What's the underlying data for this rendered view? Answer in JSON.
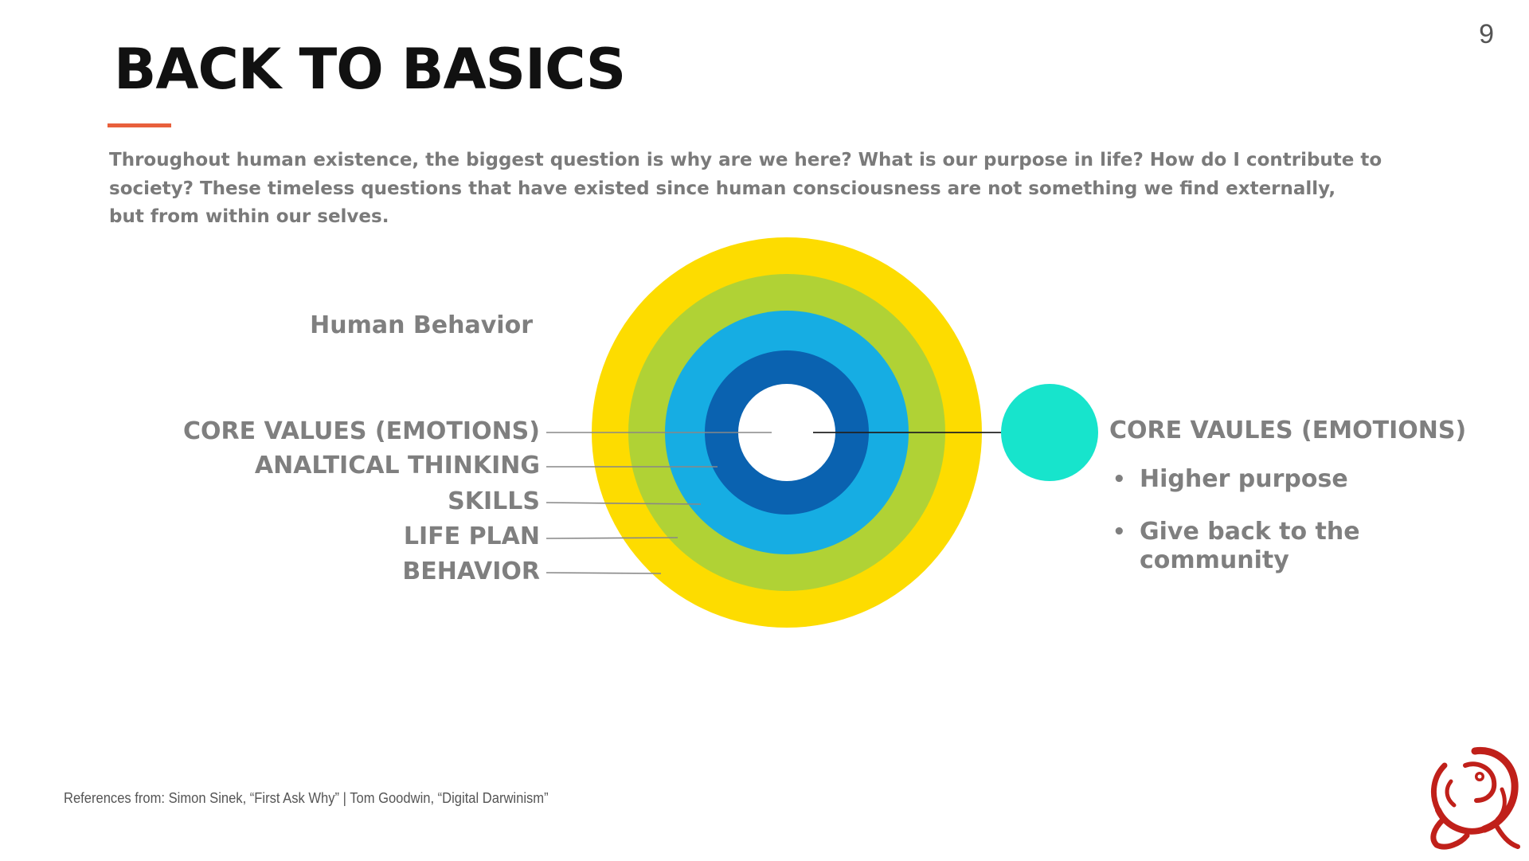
{
  "slide": {
    "number": "9",
    "title": "BACK TO BASICS",
    "intro_lines": [
      "Throughout human existence, the biggest question is why are we here? What is our purpose in life? How do I contribute to",
      "society? These timeless questions that have existed since human consciousness are not something we find externally,",
      "but from within our selves."
    ],
    "references": "References from: Simon Sinek, “First Ask Why”  |  Tom Goodwin, “Digital Darwinism”"
  },
  "diagram": {
    "heading": "Human Behavior",
    "layers": [
      {
        "label": "CORE VALUES (EMOTIONS)",
        "color": "#ffffff"
      },
      {
        "label": "ANALTICAL THINKING",
        "color": "#0a62b0"
      },
      {
        "label": "SKILLS",
        "color": "#16ade3"
      },
      {
        "label": "LIFE PLAN",
        "color": "#b0d235"
      },
      {
        "label": "BEHAVIOR",
        "color": "#fddc00"
      }
    ],
    "target_color": "#17e4cc",
    "accent_color": "#e8603c"
  },
  "side_panel": {
    "heading": "CORE VAULES (EMOTIONS)",
    "bullets": [
      "Higher purpose",
      "Give back to the community"
    ]
  },
  "logo": {
    "icon": "red-fish-brush-logo-icon"
  }
}
